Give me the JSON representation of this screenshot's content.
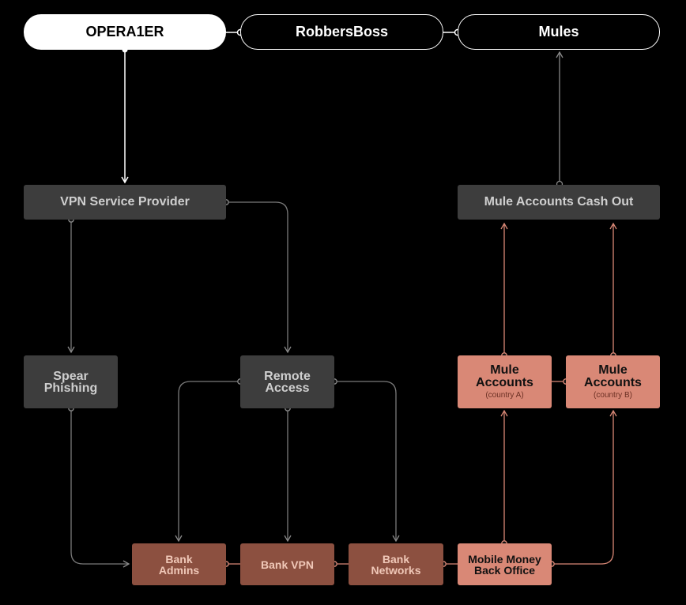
{
  "actors": {
    "operaer": "OPERA1ER",
    "robbersboss": "RobbersBoss",
    "mules": "Mules"
  },
  "nodes": {
    "vpn_provider": "VPN Service Provider",
    "cash_out": "Mule Accounts Cash Out",
    "spear_phishing_l1": "Spear",
    "spear_phishing_l2": "Phishing",
    "remote_access_l1": "Remote",
    "remote_access_l2": "Access",
    "mule_a_l1": "Mule",
    "mule_a_l2": "Accounts",
    "mule_a_sub": "(country A)",
    "mule_b_l1": "Mule",
    "mule_b_l2": "Accounts",
    "mule_b_sub": "(country B)",
    "bank_admins_l1": "Bank",
    "bank_admins_l2": "Admins",
    "bank_vpn": "Bank VPN",
    "bank_networks_l1": "Bank",
    "bank_networks_l2": "Networks",
    "mobile_money_l1": "Mobile Money",
    "mobile_money_l2": "Back Office"
  },
  "colors": {
    "background": "#000000",
    "gray_node": "#3d3d3d",
    "brown_node": "#8c5040",
    "salmon_node": "#d98876",
    "gray_wire": "#7a7a7a",
    "salmon_wire": "#d98876"
  }
}
